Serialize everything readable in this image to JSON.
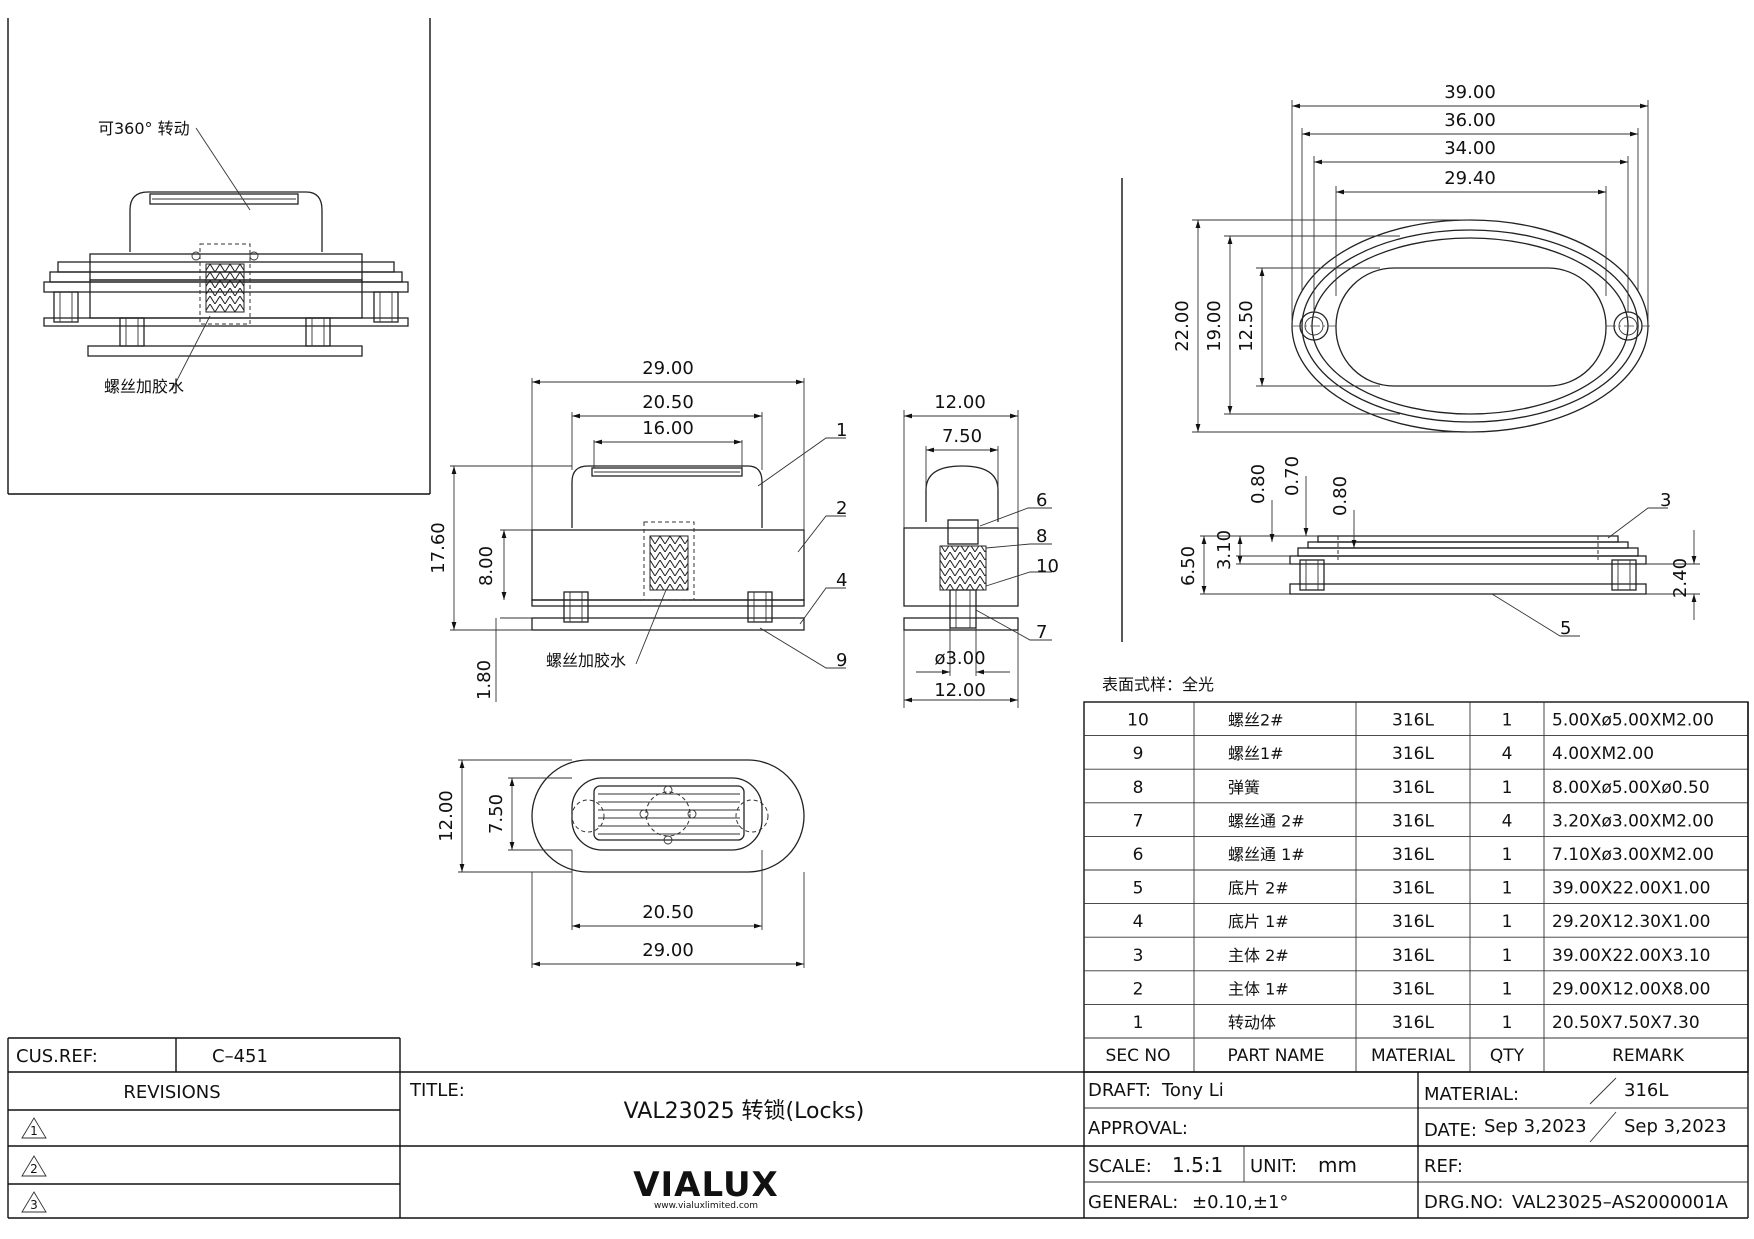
{
  "detail_view": {
    "rotate_note": "可360° 转动",
    "screw_glue_note": "螺丝加胶水"
  },
  "front_view": {
    "dims": {
      "d1": "29.00",
      "d2": "20.50",
      "d3": "16.00",
      "h1": "17.60",
      "h2": "8.00",
      "h3": "1.80"
    },
    "callouts": [
      "1",
      "2",
      "4",
      "9"
    ],
    "note": "螺丝加胶水"
  },
  "side_view": {
    "dims": {
      "top": "12.00",
      "inner": "7.50",
      "hole": "ø3.00",
      "bottom": "12.00"
    },
    "callouts": [
      "6",
      "8",
      "10",
      "7"
    ]
  },
  "top_view": {
    "dims": {
      "h1": "12.00",
      "h2": "7.50",
      "w1": "20.50",
      "w2": "29.00"
    }
  },
  "base_top_view": {
    "dims": {
      "w1": "39.00",
      "w2": "36.00",
      "w3": "34.00",
      "w4": "29.40",
      "h1": "22.00",
      "h2": "19.00",
      "h3": "12.50"
    }
  },
  "base_side_view": {
    "dims": {
      "a": "0.80",
      "b": "0.70",
      "c": "0.80",
      "d": "6.50",
      "e": "3.10",
      "f": "2.40"
    },
    "callouts": [
      "3",
      "5"
    ]
  },
  "surface_note": "表面式样：全光",
  "bom": {
    "rows": [
      {
        "no": "10",
        "name": "螺丝2#",
        "mat": "316L",
        "qty": "1",
        "remark": "5.00Xø5.00XM2.00"
      },
      {
        "no": "9",
        "name": "螺丝1#",
        "mat": "316L",
        "qty": "4",
        "remark": "4.00XM2.00"
      },
      {
        "no": "8",
        "name": "弹簧",
        "mat": "316L",
        "qty": "1",
        "remark": "8.00Xø5.00Xø0.50"
      },
      {
        "no": "7",
        "name": "螺丝通 2#",
        "mat": "316L",
        "qty": "4",
        "remark": "3.20Xø3.00XM2.00"
      },
      {
        "no": "6",
        "name": "螺丝通 1#",
        "mat": "316L",
        "qty": "1",
        "remark": "7.10Xø3.00XM2.00"
      },
      {
        "no": "5",
        "name": "底片 2#",
        "mat": "316L",
        "qty": "1",
        "remark": "39.00X22.00X1.00"
      },
      {
        "no": "4",
        "name": "底片 1#",
        "mat": "316L",
        "qty": "1",
        "remark": "29.20X12.30X1.00"
      },
      {
        "no": "3",
        "name": "主体 2#",
        "mat": "316L",
        "qty": "1",
        "remark": "39.00X22.00X3.10"
      },
      {
        "no": "2",
        "name": "主体 1#",
        "mat": "316L",
        "qty": "1",
        "remark": "29.00X12.00X8.00"
      },
      {
        "no": "1",
        "name": "转动体",
        "mat": "316L",
        "qty": "1",
        "remark": "20.50X7.50X7.30"
      }
    ],
    "headers": {
      "no": "SEC NO",
      "name": "PART NAME",
      "mat": "MATERIAL",
      "qty": "QTY",
      "remark": "REMARK"
    }
  },
  "title_block": {
    "cus_ref_label": "CUS.REF:",
    "cus_ref_value": "C–451",
    "revisions_label": "REVISIONS",
    "rev_marks": [
      "1",
      "2",
      "3"
    ],
    "title_label": "TITLE:",
    "title_value": "VAL23025   转锁(Locks)",
    "logo": "VIALUX",
    "logo_url": "www.vialuxlimited.com",
    "draft_label": "DRAFT:",
    "draft_value": "Tony  Li",
    "approval_label": "APPROVAL:",
    "scale_label": "SCALE:",
    "scale_value": "1.5:1",
    "unit_label": "UNIT:",
    "unit_value": "mm",
    "general_label": "GENERAL:",
    "general_value": "±0.10,±1°",
    "material_label": "MATERIAL:",
    "material_value": "316L",
    "date_label": "DATE:",
    "date_value_1": "Sep  3,2023",
    "date_value_2": "Sep  3,2023",
    "ref_label": "REF:",
    "drg_label": "DRG.NO:",
    "drg_value": "VAL23025–AS2000001A"
  }
}
